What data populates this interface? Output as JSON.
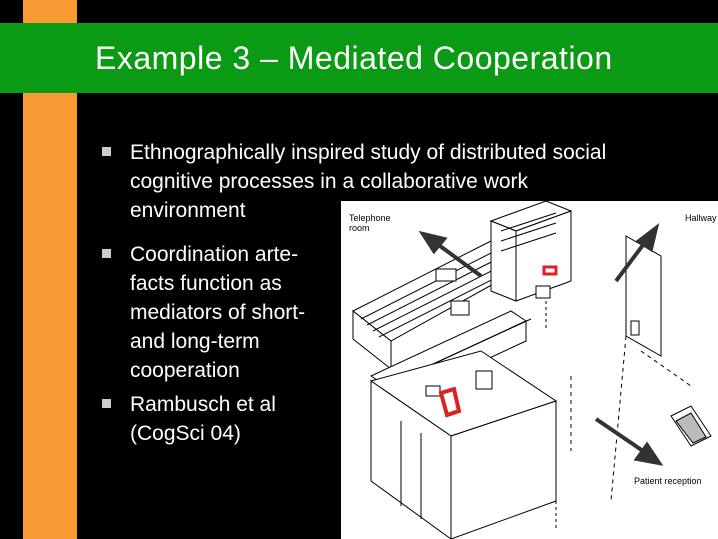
{
  "slide": {
    "title": "Example 3 – Mediated Cooperation",
    "colors": {
      "background": "#000000",
      "title_band": "#0a9a13",
      "side_bar": "#f89b33",
      "figure_red": "#e02020"
    }
  },
  "bullets": [
    {
      "text": "Ethnographically inspired study of distributed social\ncognitive processes in a collaborative work\nenvironment"
    },
    {
      "text": "Coordination arte-\nfacts function as\nmediators of short-\nand long-term\ncooperation"
    },
    {
      "text": "Rambusch et al\n(CogSci 04)"
    }
  ],
  "figure": {
    "labels": {
      "telephone_room": "Telephone\nroom",
      "hallway": "Hallway",
      "patient_reception": "Patient reception"
    }
  }
}
